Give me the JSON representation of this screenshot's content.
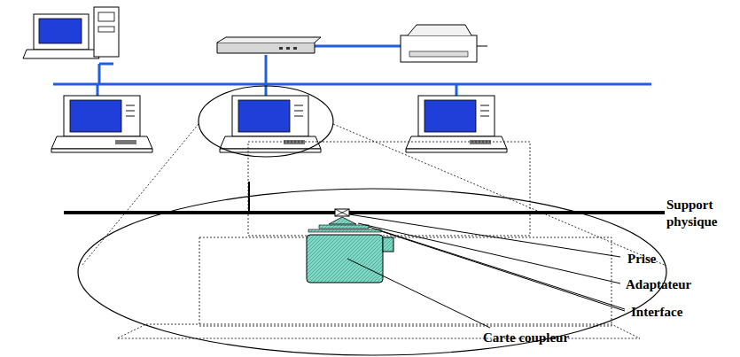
{
  "diagram": {
    "labels": [
      "Support physique",
      "Prise",
      "Adaptateur",
      "Interface",
      "Carte coupleur"
    ]
  }
}
